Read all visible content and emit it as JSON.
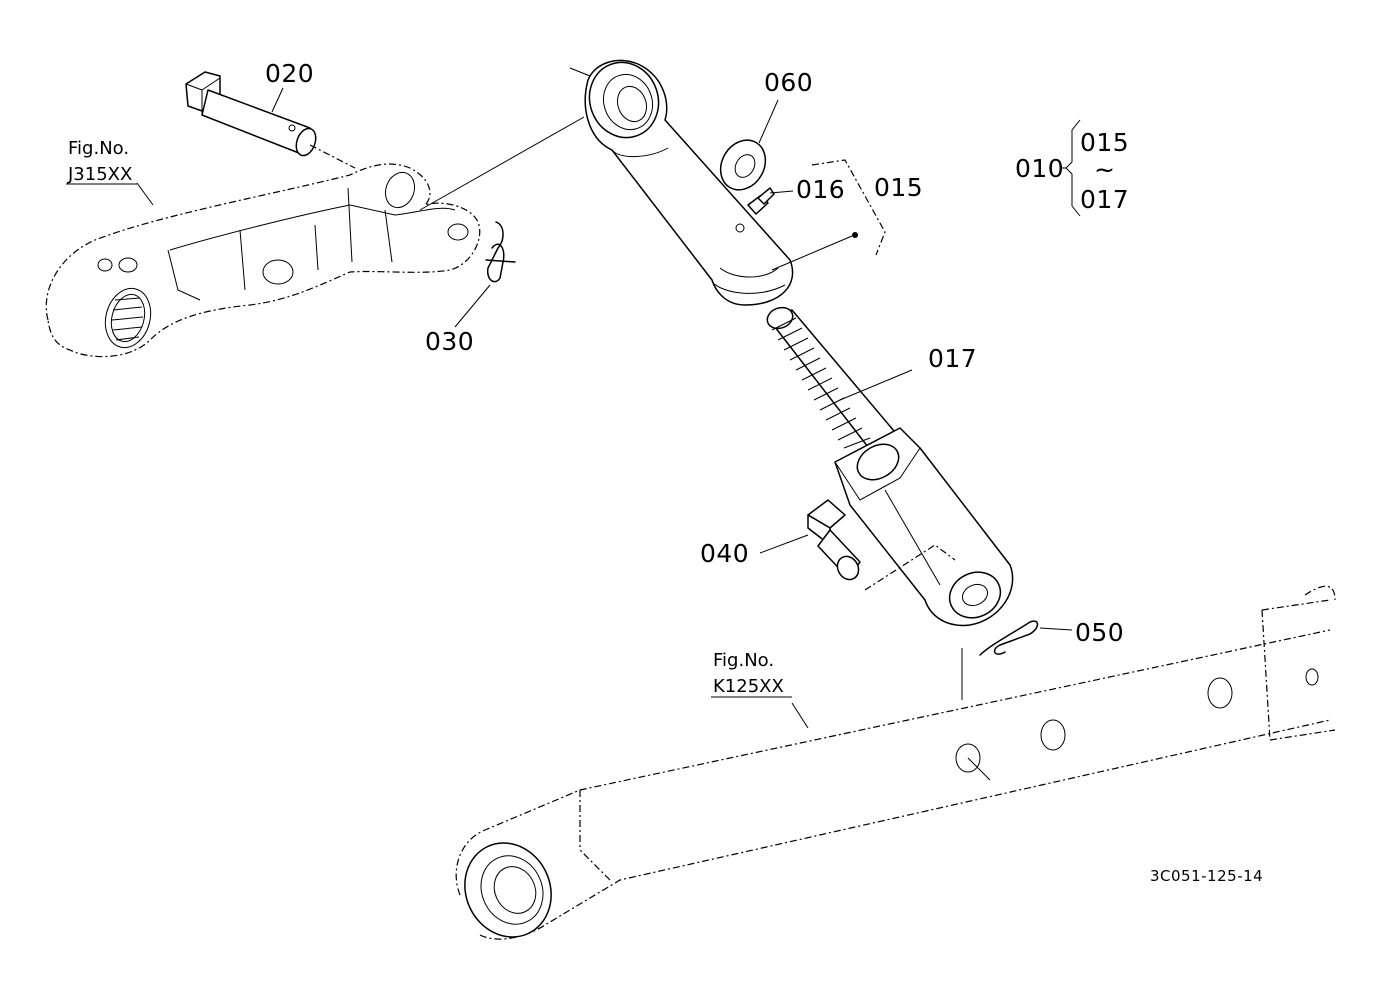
{
  "labels": {
    "p020": "020",
    "p060": "060",
    "p016": "016",
    "p015": "015",
    "p030": "030",
    "p017": "017",
    "p040": "040",
    "p050": "050",
    "assembly_main": "010",
    "assembly_top": "015",
    "assembly_tilde": "~",
    "assembly_bottom": "017"
  },
  "fig_refs": {
    "top_left_line1": "Fig.No.",
    "top_left_line2": "J315XX",
    "bottom_line1": "Fig.No.",
    "bottom_line2": "K125XX"
  },
  "drawing_code": "3C051-125-14"
}
